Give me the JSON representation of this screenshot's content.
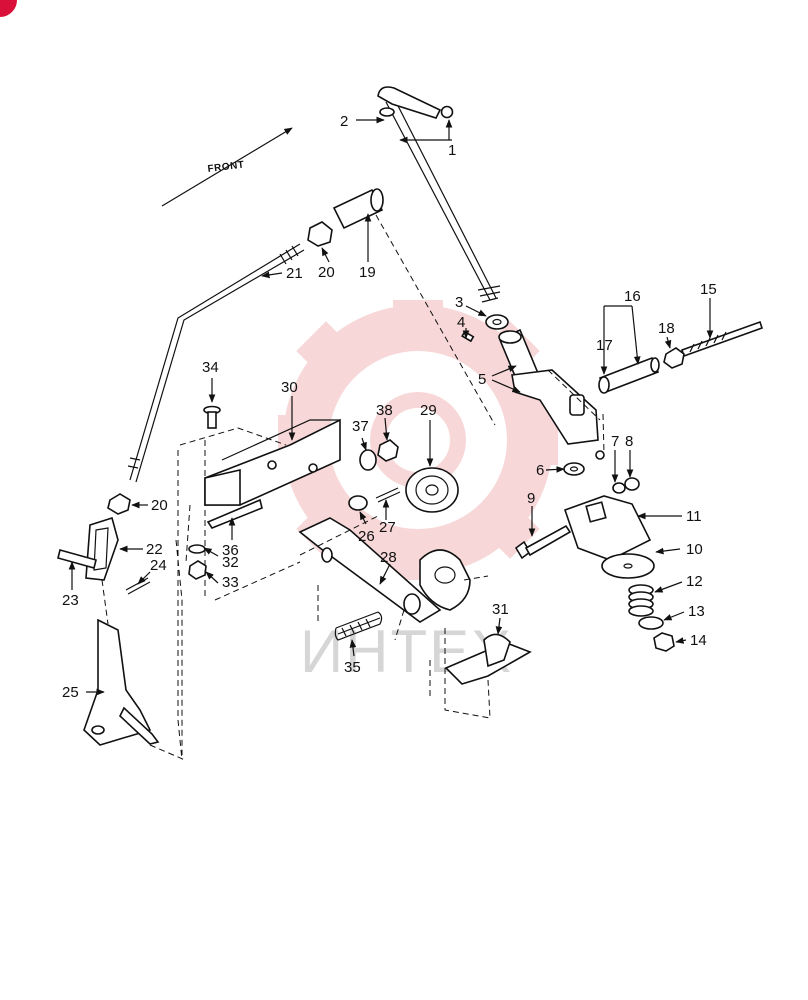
{
  "diagram": {
    "direction_label": "FRONT",
    "watermark_text": "ИНТЕХ",
    "colors": {
      "ink": "#111111",
      "watermark_gear": "#f2b8b8",
      "corner_badge": "#d8103a"
    },
    "callouts": [
      {
        "id": "c1",
        "text": "1"
      },
      {
        "id": "c2",
        "text": "2"
      },
      {
        "id": "c3",
        "text": "3"
      },
      {
        "id": "c4",
        "text": "4"
      },
      {
        "id": "c5",
        "text": "5"
      },
      {
        "id": "c6",
        "text": "6"
      },
      {
        "id": "c7",
        "text": "7"
      },
      {
        "id": "c8",
        "text": "8"
      },
      {
        "id": "c9",
        "text": "9"
      },
      {
        "id": "c10",
        "text": "10"
      },
      {
        "id": "c11",
        "text": "11"
      },
      {
        "id": "c12",
        "text": "12"
      },
      {
        "id": "c13",
        "text": "13"
      },
      {
        "id": "c14",
        "text": "14"
      },
      {
        "id": "c15",
        "text": "15"
      },
      {
        "id": "c16",
        "text": "16"
      },
      {
        "id": "c17",
        "text": "17"
      },
      {
        "id": "c18",
        "text": "18"
      },
      {
        "id": "c19",
        "text": "19"
      },
      {
        "id": "c20a",
        "text": "20"
      },
      {
        "id": "c20b",
        "text": "20"
      },
      {
        "id": "c21",
        "text": "21"
      },
      {
        "id": "c22",
        "text": "22"
      },
      {
        "id": "c23",
        "text": "23"
      },
      {
        "id": "c24",
        "text": "24"
      },
      {
        "id": "c25",
        "text": "25"
      },
      {
        "id": "c26",
        "text": "26"
      },
      {
        "id": "c27",
        "text": "27"
      },
      {
        "id": "c28",
        "text": "28"
      },
      {
        "id": "c29",
        "text": "29"
      },
      {
        "id": "c30",
        "text": "30"
      },
      {
        "id": "c31",
        "text": "31"
      },
      {
        "id": "c32",
        "text": "32"
      },
      {
        "id": "c33",
        "text": "33"
      },
      {
        "id": "c34",
        "text": "34"
      },
      {
        "id": "c35",
        "text": "35"
      },
      {
        "id": "c36",
        "text": "36"
      },
      {
        "id": "c37",
        "text": "37"
      },
      {
        "id": "c38",
        "text": "38"
      }
    ]
  }
}
